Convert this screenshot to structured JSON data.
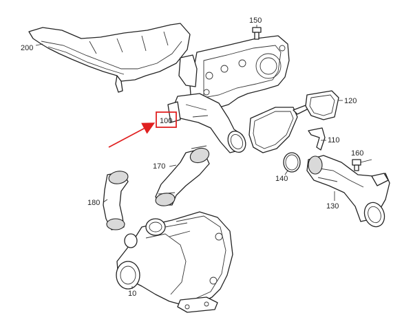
{
  "diagram": {
    "labels": {
      "p10": "10",
      "p100": "100",
      "p110": "110",
      "p120": "120",
      "p130": "130",
      "p140": "140",
      "p150": "150",
      "p160": "160",
      "p170": "170",
      "p180": "180",
      "p200": "200"
    },
    "colors": {
      "line": "#222222",
      "highlight_box": "#e02020",
      "arrow": "#e02020",
      "shade": "#d9d9d9"
    }
  }
}
